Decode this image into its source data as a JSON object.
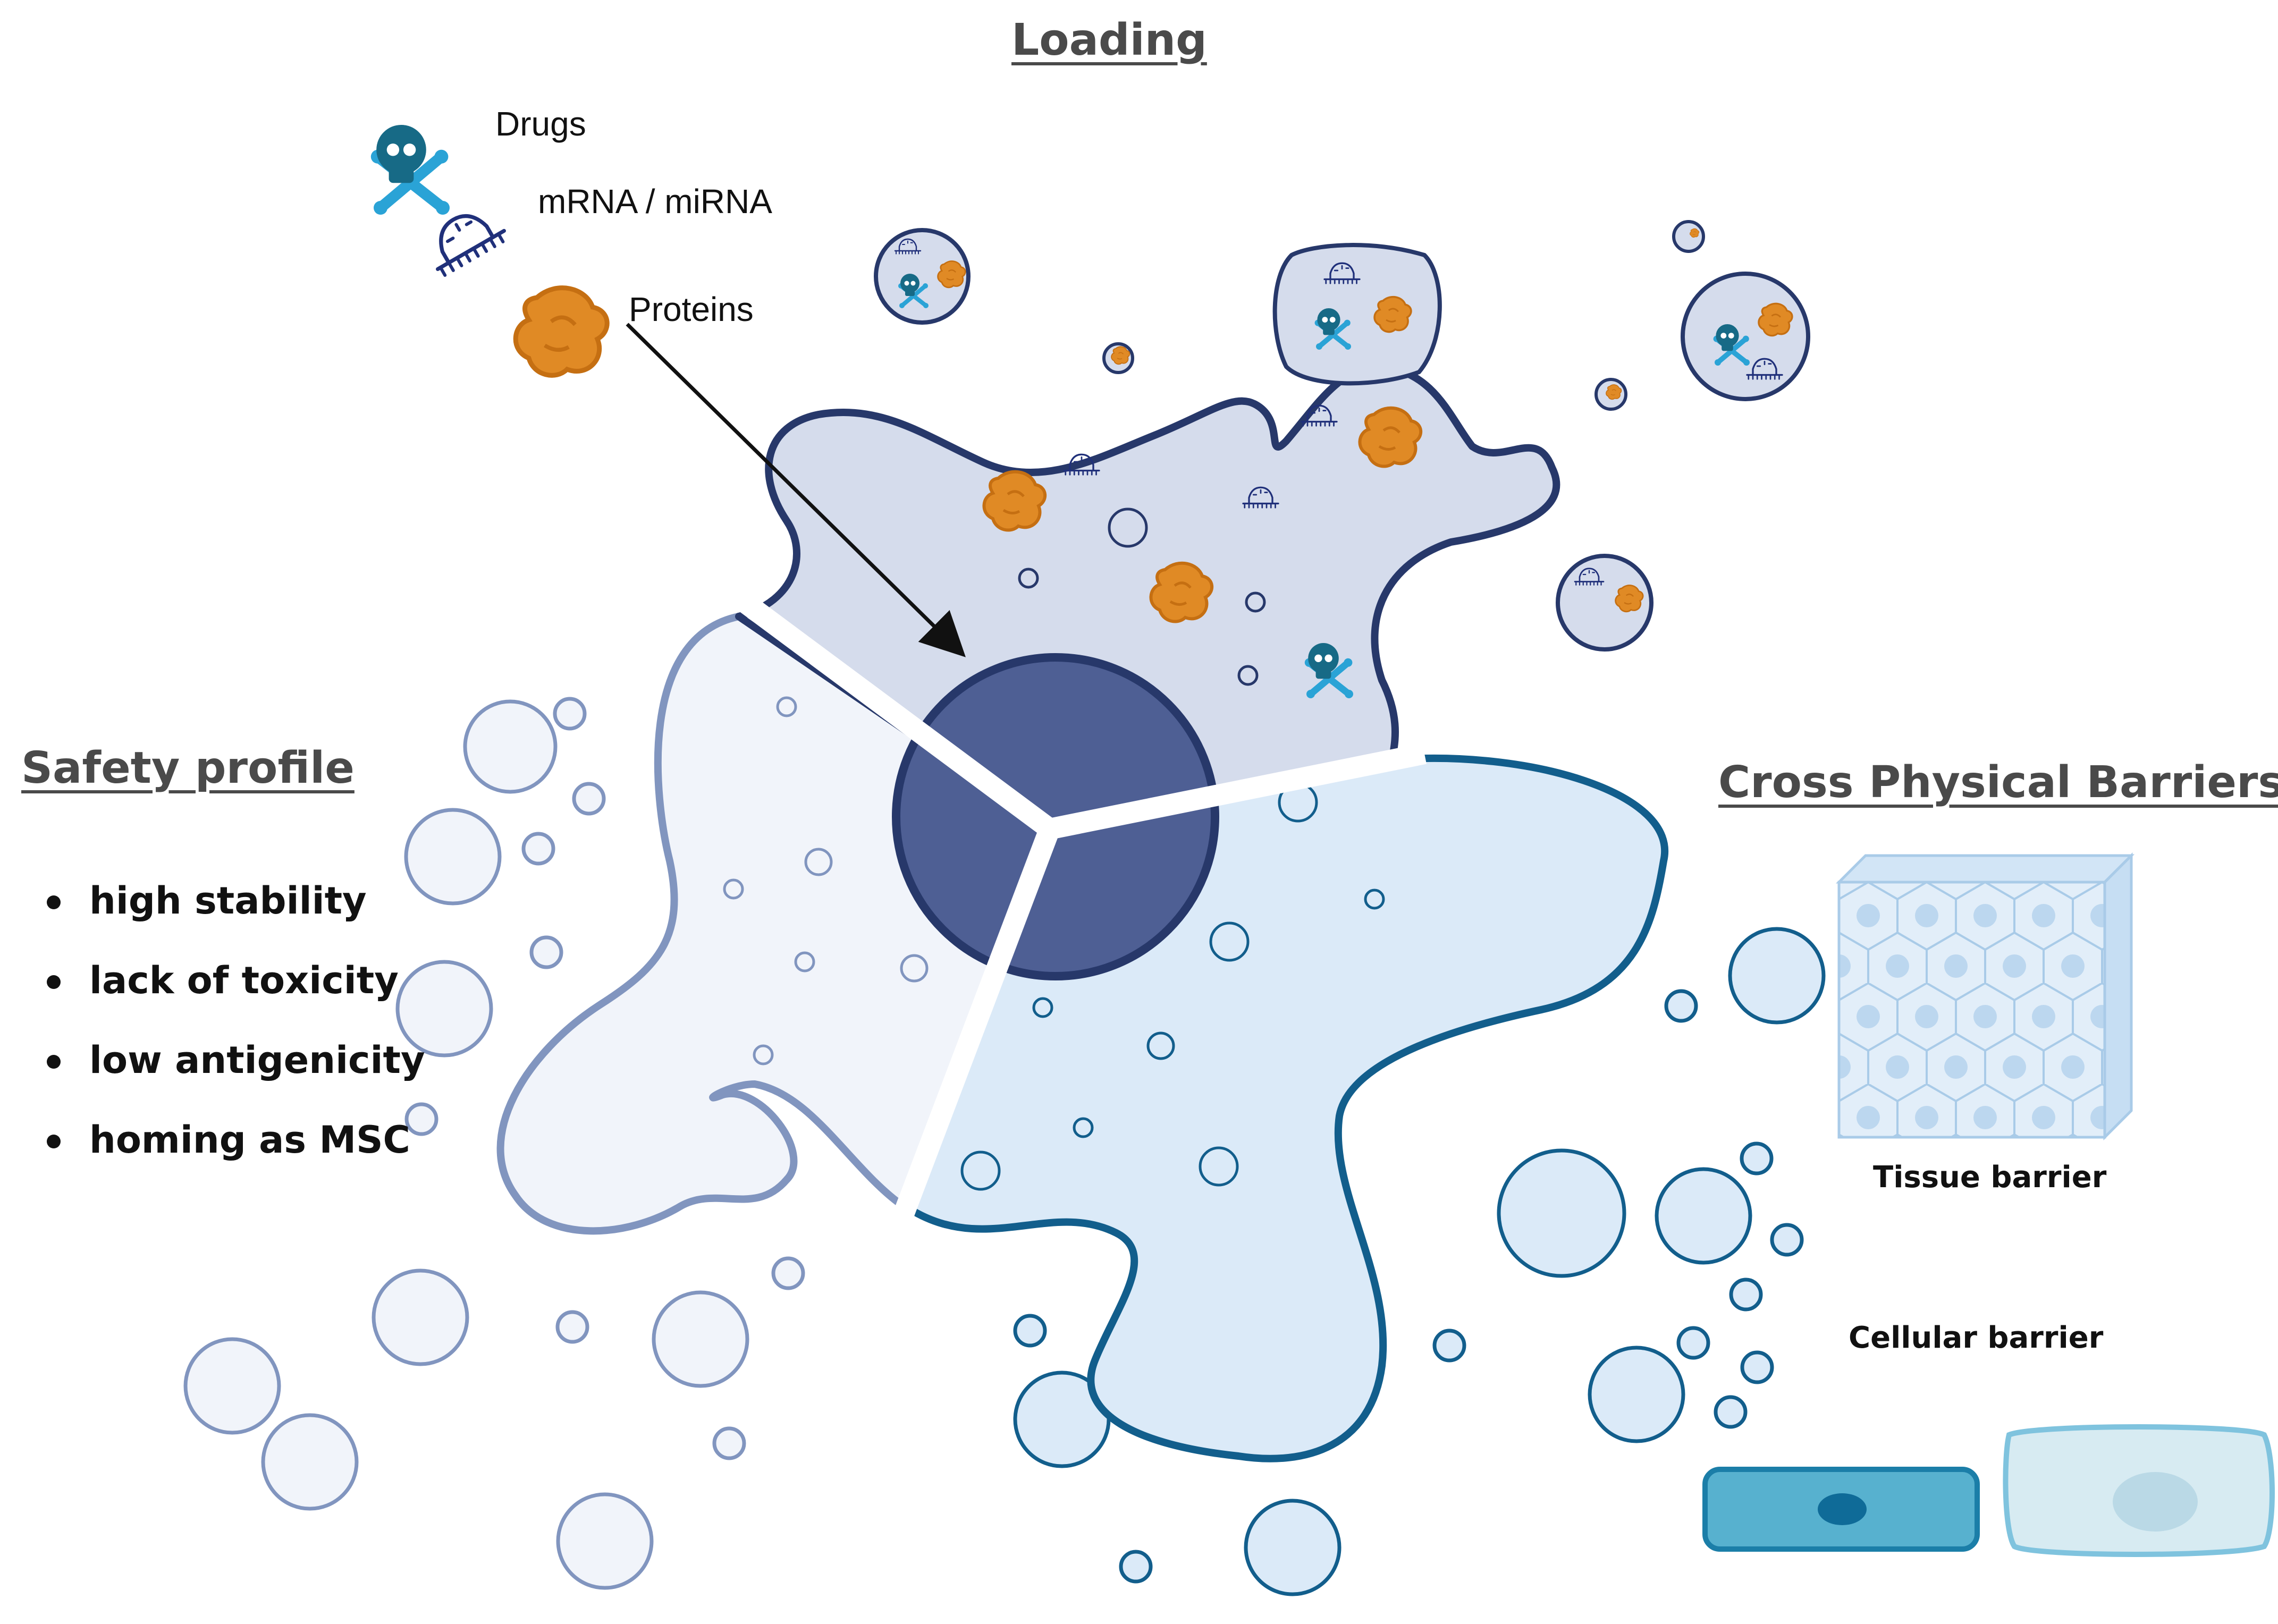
{
  "loading": {
    "title": "Loading",
    "cargo": {
      "drugs": "Drugs",
      "rna": "mRNA / miRNA",
      "proteins": "Proteins"
    }
  },
  "safety": {
    "title": "Safety profile",
    "items": [
      "high stability",
      "lack of toxicity",
      "low antigenicity",
      "homing as MSC"
    ]
  },
  "barriers": {
    "title": "Cross Physical Barriers",
    "tissue_label": "Tissue barrier",
    "cellular_label": "Cellular barrier"
  },
  "icons": {
    "drug": "skull-crossbones-icon",
    "rna": "rna-strand-icon",
    "protein": "protein-icon"
  },
  "colors": {
    "loading_fill": "#d5dcec",
    "loading_stroke": "#27386a",
    "safety_fill": "#f1f4fa",
    "safety_stroke": "#8195bf",
    "barrier_fill": "#dbeaf8",
    "barrier_stroke": "#125e8c",
    "nucleus": "#4e5f94",
    "protein": "#e08a25",
    "drug_skull": "#176a86",
    "drug_bones": "#2aa3d6",
    "rna": "#20307a"
  }
}
